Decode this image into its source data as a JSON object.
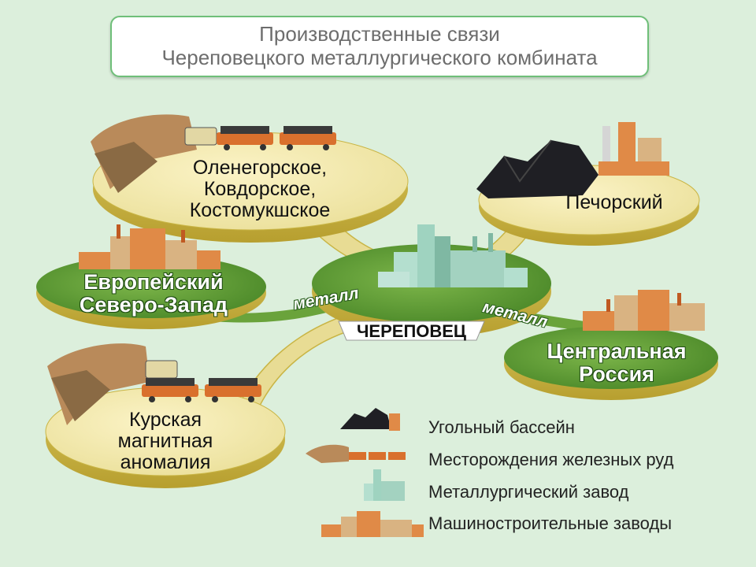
{
  "title": {
    "line1": "Производственные связи",
    "line2": "Череповецкого металлургического комбината"
  },
  "center": {
    "label": "ЧЕРЕПОВЕЦ"
  },
  "nodes": {
    "olenegorsk": [
      "Оленегорское,",
      "Ковдорское,",
      "Костомукшское"
    ],
    "pechora": "Печорский",
    "northwest": [
      "Европейский",
      "Северо-Запад"
    ],
    "central": [
      "Центральная",
      "Россия"
    ],
    "kursk": [
      "Курская",
      "магнитная",
      "аномалия"
    ]
  },
  "flows": {
    "to_northwest": "металл",
    "to_central": "металл"
  },
  "legend": [
    {
      "icon": "coal-basin-icon",
      "label": "Угольный бассейн"
    },
    {
      "icon": "iron-ore-deposit-icon",
      "label": "Месторождения железных руд"
    },
    {
      "icon": "steel-plant-icon",
      "label": "Металлургический завод"
    },
    {
      "icon": "machine-building-plant-icon",
      "label": "Машиностроительные заводы"
    }
  ],
  "colors": {
    "background": "#dcefdc",
    "platform_top": "#f3e9ae",
    "platform_side": "#c9b545",
    "grass": "#5f9e35",
    "title_border": "#6fbf79",
    "ore_wagon": "#d9702d",
    "factory": "#e08a47",
    "coal": "#1f1f24",
    "plant": "#8fc9b3"
  }
}
